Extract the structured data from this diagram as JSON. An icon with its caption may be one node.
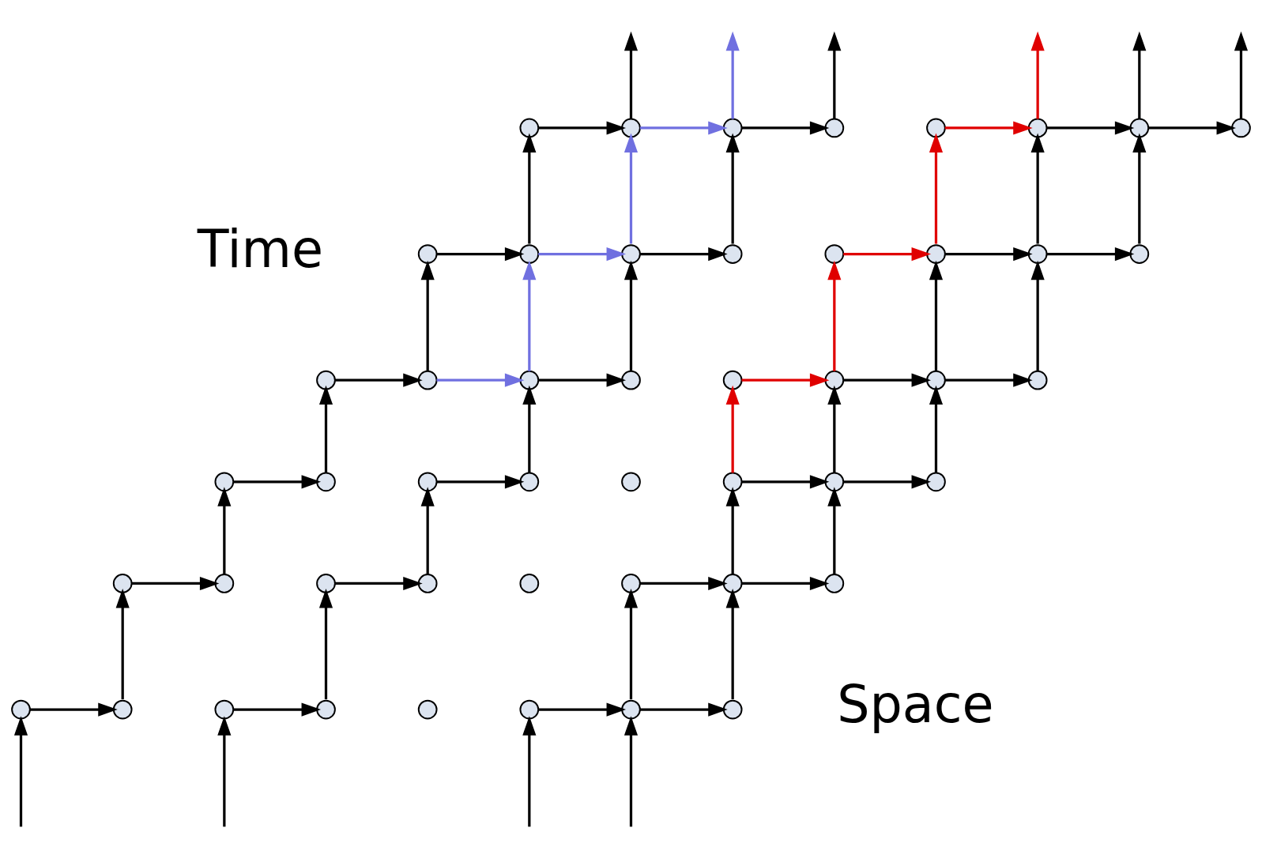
{
  "diagram": {
    "nodes": [
      {
        "text": [],
        "shape": "circle"
      },
      {
        "text": [],
        "shape": "circle"
      },
      {
        "text": [],
        "shape": "circle"
      },
      {
        "text": [],
        "shape": "circle"
      },
      {
        "text": [],
        "shape": "circle"
      },
      {
        "text": [],
        "shape": "circle"
      },
      {
        "text": [],
        "shape": "circle"
      },
      {
        "text": [],
        "shape": "circle"
      },
      {
        "text": [],
        "shape": "circle"
      },
      {
        "text": [],
        "shape": "circle"
      },
      {
        "text": [],
        "shape": "circle"
      },
      {
        "text": [],
        "shape": "circle"
      },
      {
        "text": [],
        "shape": "circle"
      },
      {
        "text": [],
        "shape": "circle"
      },
      {
        "text": [],
        "shape": "circle"
      },
      {
        "text": [],
        "shape": "circle"
      },
      {
        "text": [],
        "shape": "circle"
      },
      {
        "text": [],
        "shape": "circle"
      },
      {
        "text": [],
        "shape": "circle"
      },
      {
        "text": [],
        "shape": "circle"
      },
      {
        "text": [],
        "shape": "circle"
      },
      {
        "text": [],
        "shape": "circle"
      },
      {
        "text": [],
        "shape": "circle"
      },
      {
        "text": [],
        "shape": "circle"
      },
      {
        "text": [],
        "shape": "circle"
      },
      {
        "text": [],
        "shape": "circle"
      },
      {
        "text": [],
        "shape": "circle"
      },
      {
        "text": [],
        "shape": "circle"
      },
      {
        "text": [],
        "shape": "circle"
      },
      {
        "text": [],
        "shape": "circle"
      },
      {
        "text": [],
        "shape": "circle"
      },
      {
        "text": [],
        "shape": "circle"
      },
      {
        "text": [],
        "shape": "circle"
      },
      {
        "text": [],
        "shape": "circle"
      },
      {
        "text": [],
        "shape": "circle"
      },
      {
        "text": [],
        "shape": "circle"
      },
      {
        "text": [],
        "shape": "circle"
      },
      {
        "text": [],
        "shape": "circle"
      },
      {
        "text": [],
        "shape": "circle"
      },
      {
        "text": [],
        "shape": "circle"
      },
      {
        "text": [],
        "shape": "circle"
      },
      {
        "text": [],
        "shape": "circle"
      },
      {
        "text": [],
        "shape": "circle"
      },
      {
        "text": [],
        "shape": "circle"
      },
      {
        "text": [],
        "shape": "circle"
      },
      {
        "text": [],
        "shape": "circle"
      },
      {
        "text": [],
        "shape": "circle"
      },
      {
        "text": [],
        "shape": "circle"
      }
    ],
    "edges": [
      {
        "from": null,
        "to": 40,
        "arrow": "to"
      },
      {
        "from": null,
        "to": 42,
        "arrow": "to"
      },
      {
        "from": null,
        "to": 45,
        "arrow": "to"
      },
      {
        "from": null,
        "to": 46,
        "arrow": "to"
      },
      {
        "from": 40,
        "to": 41,
        "arrow": "to"
      },
      {
        "from": 42,
        "to": 43,
        "arrow": "to"
      },
      {
        "from": 45,
        "to": 46,
        "arrow": "to"
      },
      {
        "from": 46,
        "to": 47,
        "arrow": "to"
      },
      {
        "from": 41,
        "to": 32,
        "arrow": "to"
      },
      {
        "from": 43,
        "to": 34,
        "arrow": "to"
      },
      {
        "from": 46,
        "to": 37,
        "arrow": "to"
      },
      {
        "from": 47,
        "to": 38,
        "arrow": "to"
      },
      {
        "from": 32,
        "to": 33,
        "arrow": "to"
      },
      {
        "from": 34,
        "to": 35,
        "arrow": "to"
      },
      {
        "from": 37,
        "to": 38,
        "arrow": "to"
      },
      {
        "from": 38,
        "to": 39,
        "arrow": "to"
      },
      {
        "from": 33,
        "to": 24,
        "arrow": "to"
      },
      {
        "from": 35,
        "to": 26,
        "arrow": "to"
      },
      {
        "from": 38,
        "to": 29,
        "arrow": "to"
      },
      {
        "from": 39,
        "to": 30,
        "arrow": "to"
      },
      {
        "from": 24,
        "to": 25,
        "arrow": "to"
      },
      {
        "from": 26,
        "to": 27,
        "arrow": "to"
      },
      {
        "from": 29,
        "to": 30,
        "arrow": "to"
      },
      {
        "from": 30,
        "to": 31,
        "arrow": "to"
      },
      {
        "from": 25,
        "to": 16,
        "arrow": "to"
      },
      {
        "from": 27,
        "to": 18,
        "arrow": "to"
      },
      {
        "from": 29,
        "to": 20,
        "arrow": "to",
        "color": "#e00000"
      },
      {
        "from": 30,
        "to": 21,
        "arrow": "to"
      },
      {
        "from": 31,
        "to": 22,
        "arrow": "to"
      },
      {
        "from": 16,
        "to": 17,
        "arrow": "to"
      },
      {
        "from": 17,
        "to": 18,
        "arrow": "to",
        "color": "#7070e0"
      },
      {
        "from": 18,
        "to": 19,
        "arrow": "to"
      },
      {
        "from": 20,
        "to": 21,
        "arrow": "to",
        "color": "#e00000"
      },
      {
        "from": 21,
        "to": 22,
        "arrow": "to"
      },
      {
        "from": 22,
        "to": 23,
        "arrow": "to"
      },
      {
        "from": 17,
        "to": 8,
        "arrow": "to"
      },
      {
        "from": 18,
        "to": 9,
        "arrow": "to",
        "color": "#7070e0"
      },
      {
        "from": 19,
        "to": 10,
        "arrow": "to"
      },
      {
        "from": 21,
        "to": 12,
        "arrow": "to",
        "color": "#e00000"
      },
      {
        "from": 22,
        "to": 13,
        "arrow": "to"
      },
      {
        "from": 23,
        "to": 14,
        "arrow": "to"
      },
      {
        "from": 8,
        "to": 9,
        "arrow": "to"
      },
      {
        "from": 9,
        "to": 10,
        "arrow": "to",
        "color": "#7070e0"
      },
      {
        "from": 10,
        "to": 11,
        "arrow": "to"
      },
      {
        "from": 12,
        "to": 13,
        "arrow": "to",
        "color": "#e00000"
      },
      {
        "from": 13,
        "to": 14,
        "arrow": "to"
      },
      {
        "from": 14,
        "to": 15,
        "arrow": "to"
      },
      {
        "from": 9,
        "to": 0,
        "arrow": "to"
      },
      {
        "from": 10,
        "to": 1,
        "arrow": "to",
        "color": "#7070e0"
      },
      {
        "from": 11,
        "to": 2,
        "arrow": "to"
      },
      {
        "from": 13,
        "to": 4,
        "arrow": "to",
        "color": "#e00000"
      },
      {
        "from": 14,
        "to": 5,
        "arrow": "to"
      },
      {
        "from": 15,
        "to": 6,
        "arrow": "to"
      },
      {
        "from": 0,
        "to": 1,
        "arrow": "to"
      },
      {
        "from": 1,
        "to": 2,
        "arrow": "to",
        "color": "#7070e0"
      },
      {
        "from": 2,
        "to": 3,
        "arrow": "to"
      },
      {
        "from": 4,
        "to": 5,
        "arrow": "to",
        "color": "#e00000"
      },
      {
        "from": 5,
        "to": 6,
        "arrow": "to"
      },
      {
        "from": 6,
        "to": 7,
        "arrow": "to"
      },
      {
        "from": 1,
        "to": null,
        "arrow": "to"
      },
      {
        "from": 2,
        "to": null,
        "arrow": "to",
        "color": "#7070e0"
      },
      {
        "from": 3,
        "to": null,
        "arrow": "to"
      },
      {
        "from": 5,
        "to": null,
        "arrow": "to",
        "color": "#e00000"
      },
      {
        "from": 6,
        "to": null,
        "arrow": "to"
      },
      {
        "from": 7,
        "to": null,
        "arrow": "to"
      }
    ],
    "labels": [
      "Time",
      "Space"
    ]
  }
}
